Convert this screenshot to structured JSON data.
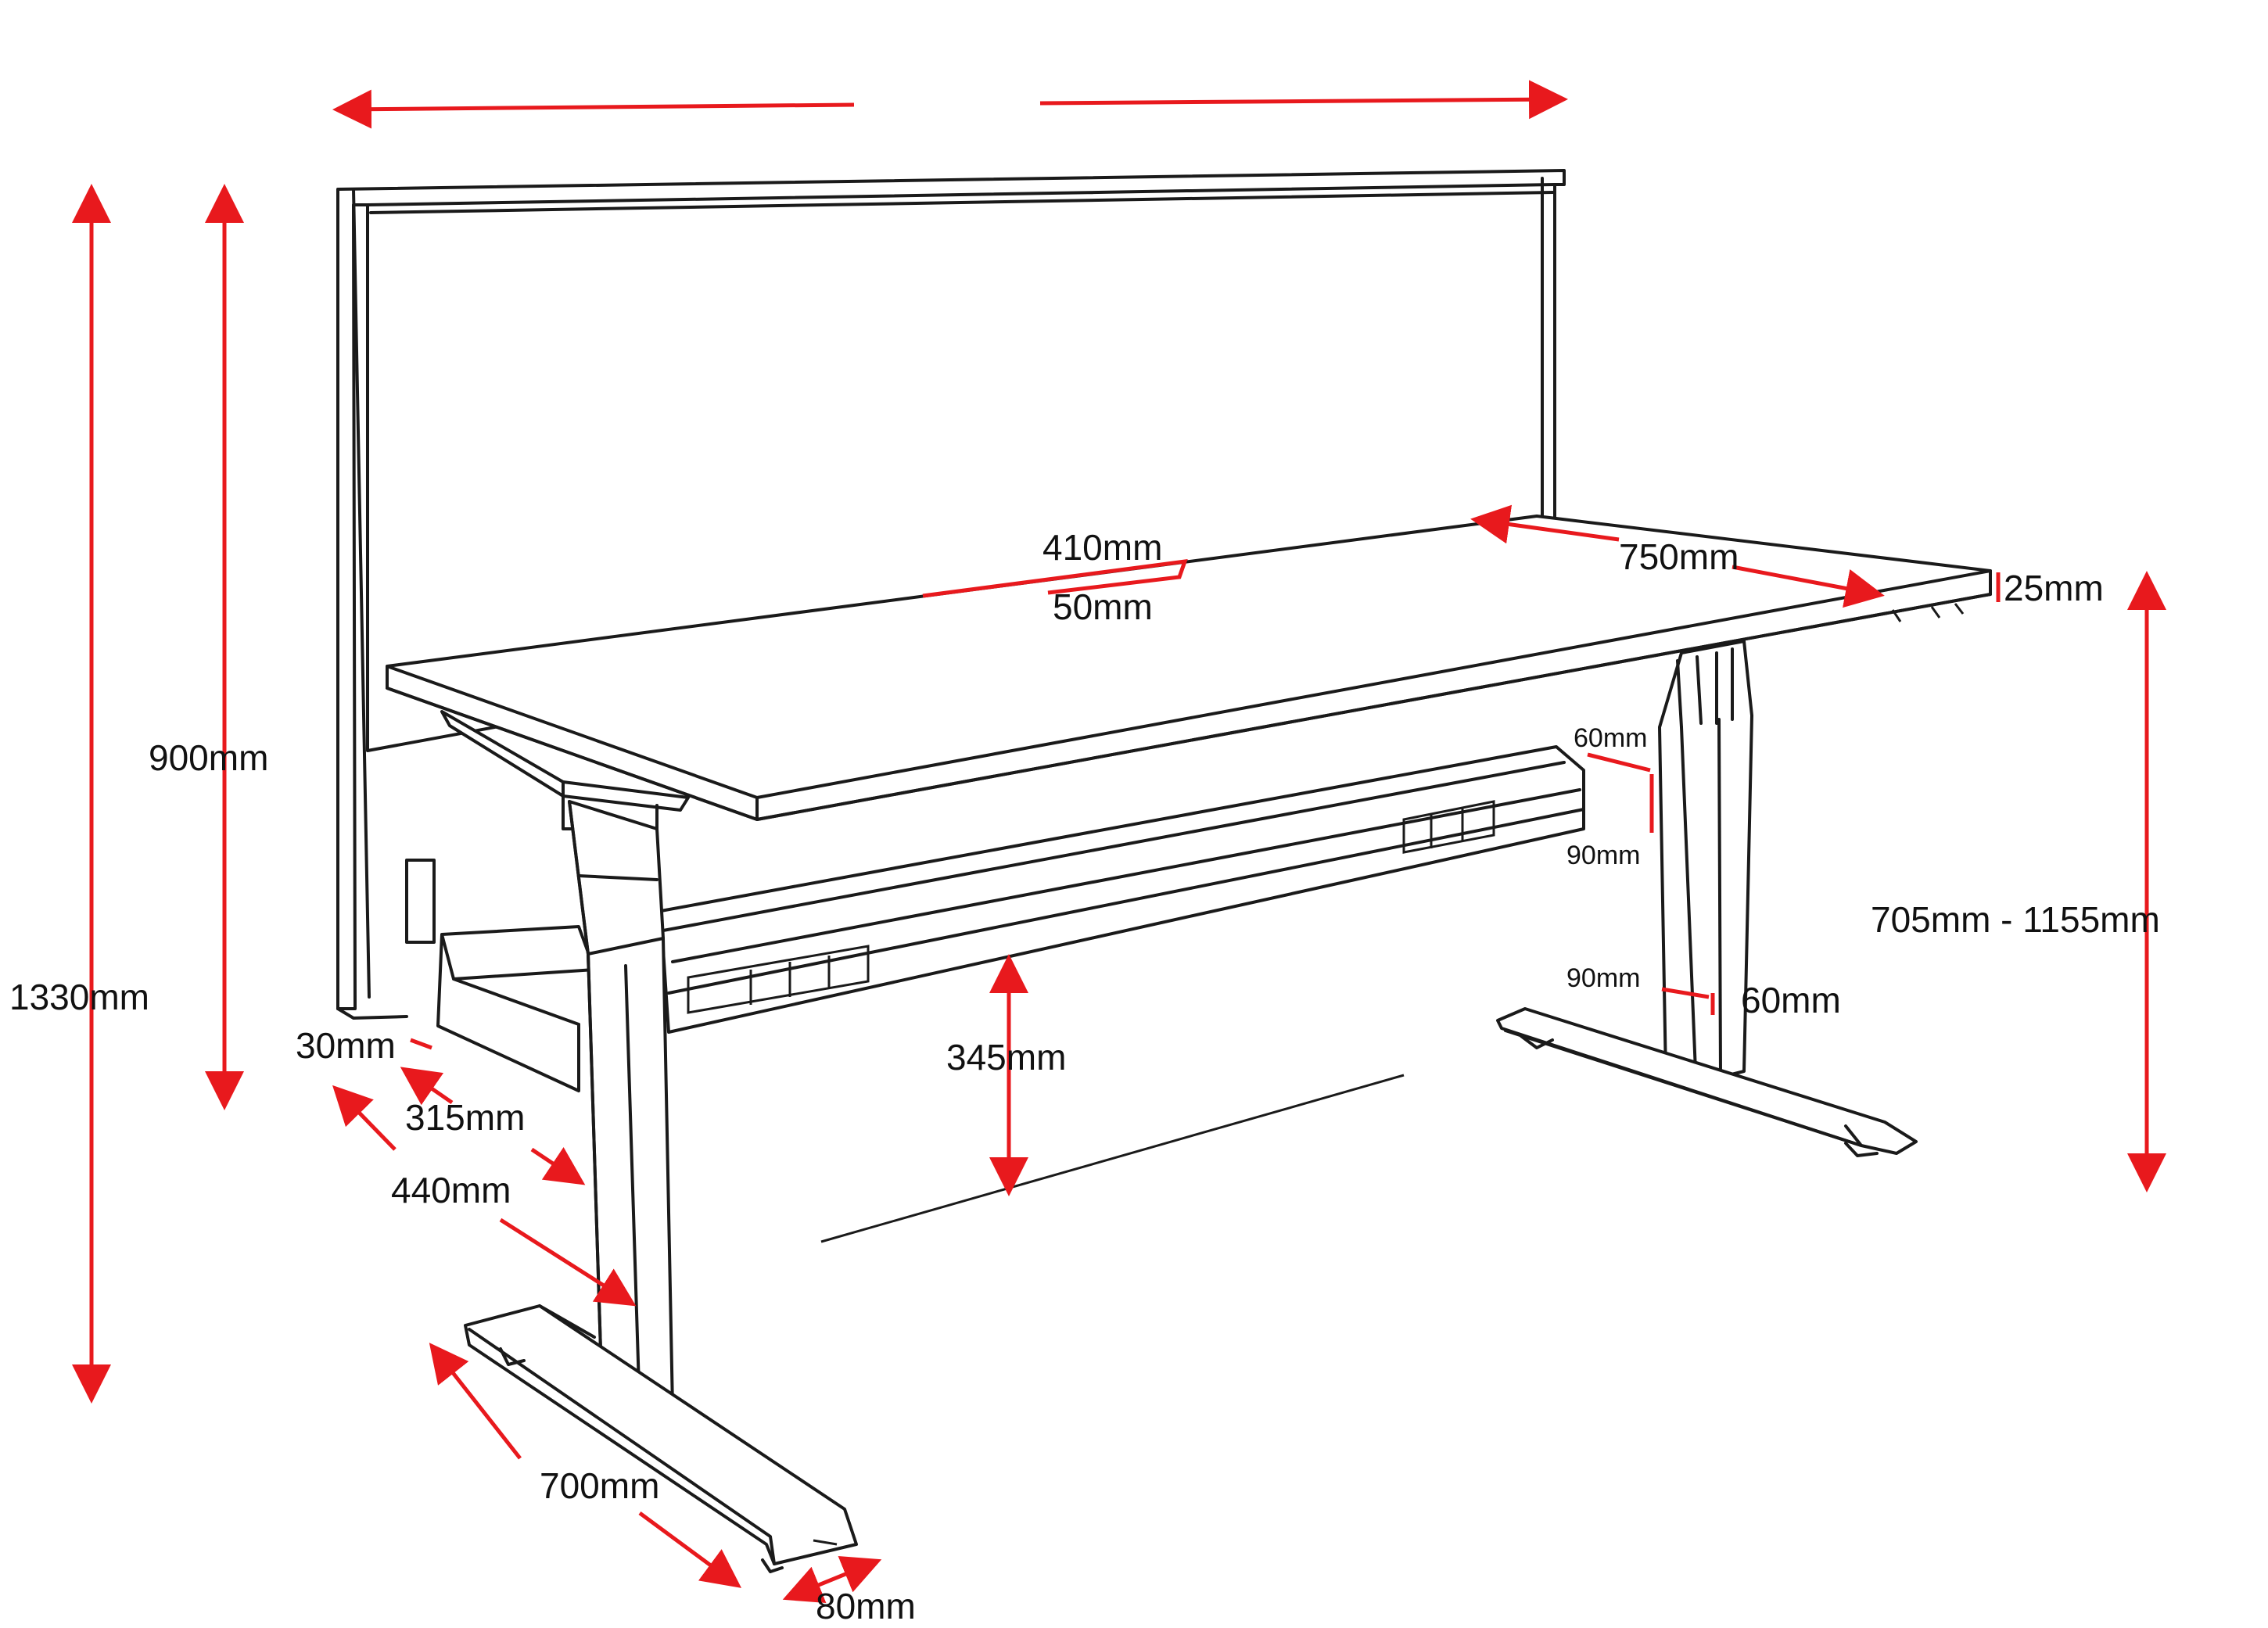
{
  "colors": {
    "dimension": "#e8191d",
    "outline": "#1a1a1a",
    "text": "#111111"
  },
  "labels": {
    "total_height": "1330mm",
    "screen_height": "900mm",
    "screen_inset": "410mm",
    "screen_gap": "50mm",
    "desk_depth": "750mm",
    "top_thickness": "25mm",
    "height_range": "705mm - 1155mm",
    "crossbar_height_a": "60mm",
    "crossbar_depth_a": "90mm",
    "leg_depth_b": "90mm",
    "leg_width_b": "60mm",
    "clearance": "345mm",
    "screen_thickness": "30mm",
    "bracket_depth": "315mm",
    "leg_offset": "440mm",
    "foot_length": "700mm",
    "foot_width": "80mm"
  }
}
